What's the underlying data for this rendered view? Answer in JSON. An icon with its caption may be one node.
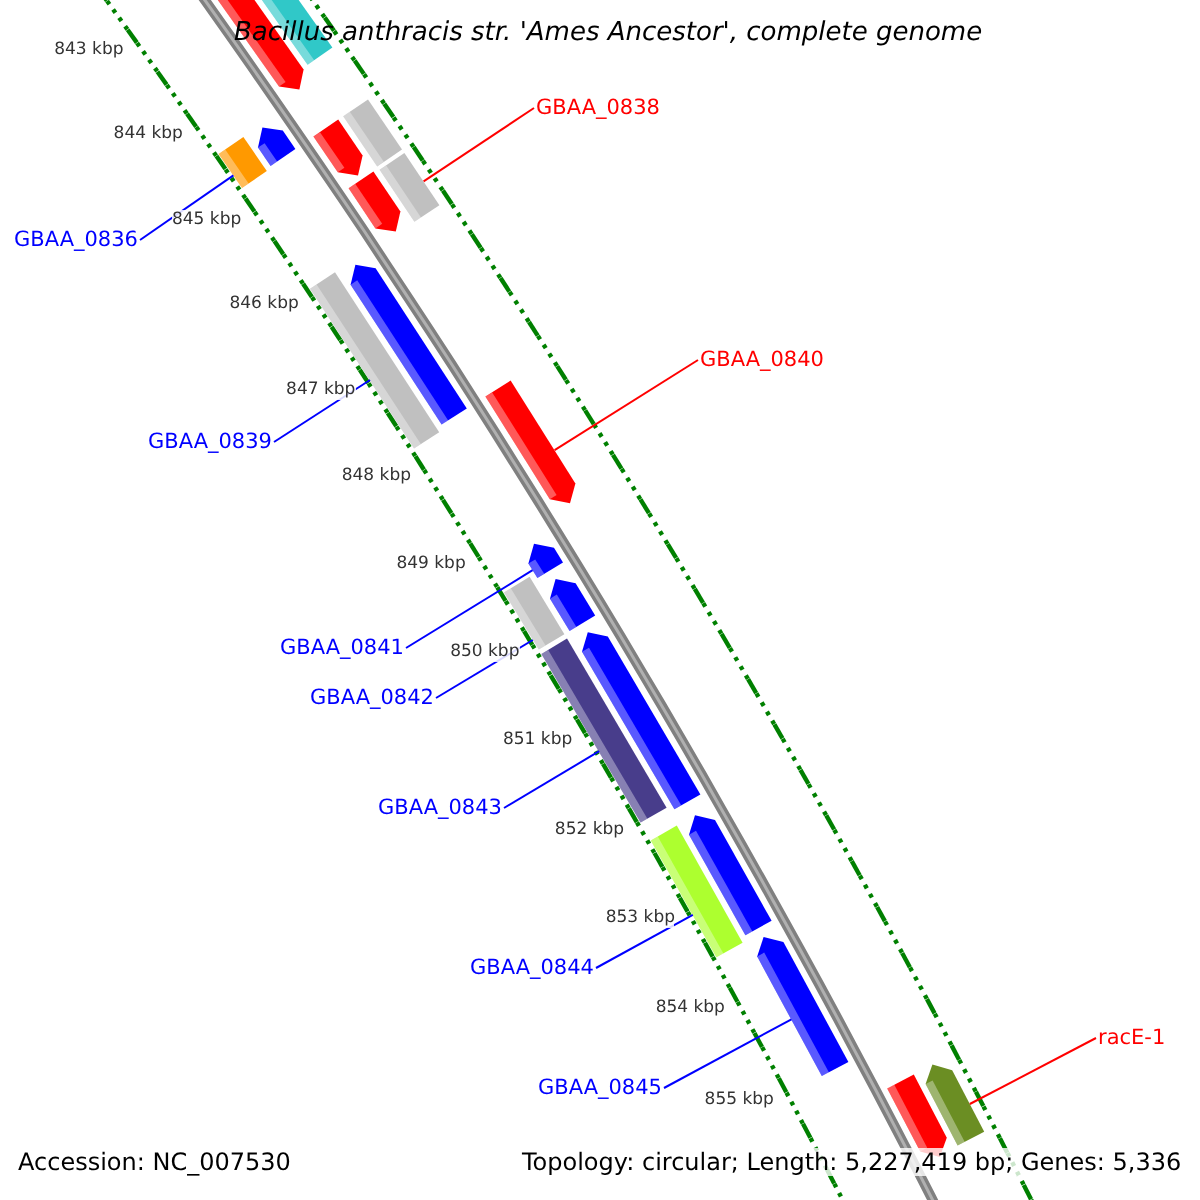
{
  "diagram": {
    "title": "Bacillus anthracis str. 'Ames Ancestor', complete genome",
    "nodes": [
      {
        "text": [],
        "shape": "arrow"
      },
      {
        "text": [],
        "shape": "bar"
      },
      {
        "text": [
          "GBAA_0838"
        ]
      },
      {
        "text": [],
        "shape": "bar"
      },
      {
        "text": [],
        "shape": "arrow"
      },
      {
        "text": [],
        "shape": "arrow"
      },
      {
        "text": [],
        "shape": "bar"
      },
      {
        "text": [],
        "shape": "arrow"
      },
      {
        "text": [],
        "shape": "bar"
      },
      {
        "text": [
          "GBAA_0836"
        ]
      },
      {
        "text": [
          "GBAA_0840"
        ]
      },
      {
        "text": [],
        "shape": "bar"
      },
      {
        "text": [],
        "shape": "arrow"
      },
      {
        "text": [
          "GBAA_0839"
        ]
      },
      {
        "text": [],
        "shape": "arrow"
      },
      {
        "text": [],
        "shape": "arrow"
      },
      {
        "text": [
          "GBAA_0841"
        ]
      },
      {
        "text": [],
        "shape": "bar"
      },
      {
        "text": [
          "GBAA_0842"
        ]
      },
      {
        "text": [],
        "shape": "arrow"
      },
      {
        "text": [],
        "shape": "bar"
      },
      {
        "text": [],
        "shape": "arrow"
      },
      {
        "text": [
          "GBAA_0843"
        ]
      },
      {
        "text": [],
        "shape": "bar"
      },
      {
        "text": [],
        "shape": "arrow"
      },
      {
        "text": [
          "GBAA_0844"
        ]
      },
      {
        "text": [],
        "shape": "arrow"
      },
      {
        "text": [
          "racE-1"
        ]
      },
      {
        "text": [],
        "shape": "arrow"
      },
      {
        "text": [],
        "shape": "arrow"
      },
      {
        "text": [
          "GBAA_0845"
        ]
      }
    ],
    "edges": [
      {
        "from": 2,
        "to": 8,
        "arrow": "none",
        "color": "#ff0000"
      },
      {
        "from": 9,
        "to": 3,
        "arrow": "none"
      },
      {
        "from": 10,
        "to": 14,
        "arrow": "none",
        "color": "#ff0000"
      },
      {
        "from": 13,
        "to": 11,
        "arrow": "none"
      },
      {
        "from": 16,
        "to": 15,
        "arrow": "none"
      },
      {
        "from": 18,
        "to": 17,
        "arrow": "none"
      },
      {
        "from": 22,
        "to": 20,
        "arrow": "none"
      },
      {
        "from": 25,
        "to": 23,
        "arrow": "none"
      },
      {
        "from": 27,
        "to": 28,
        "arrow": "none",
        "color": "#ff0000"
      },
      {
        "from": 30,
        "to": 26,
        "arrow": "none"
      }
    ],
    "labels": [
      "843 kbp",
      "844 kbp",
      "845 kbp",
      "846 kbp",
      "847 kbp",
      "848 kbp",
      "849 kbp",
      "850 kbp",
      "851 kbp",
      "852 kbp",
      "853 kbp",
      "854 kbp",
      "855 kbp",
      "Accession: NC_007530",
      "Topology: circular; Length: 5,227,419 bp; Genes: 5,336"
    ]
  }
}
